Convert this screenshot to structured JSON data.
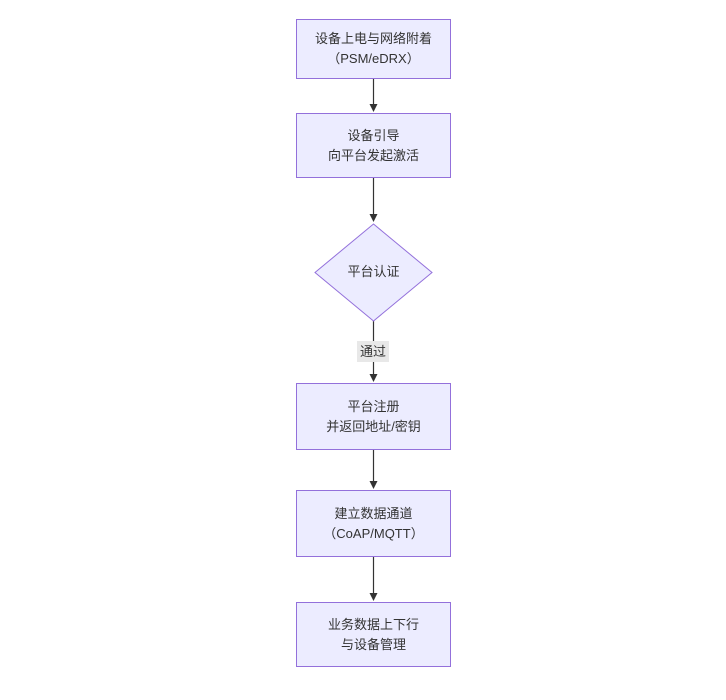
{
  "colors": {
    "background": "#ffffff",
    "node_fill": "#ECECFF",
    "node_border": "#9370DB",
    "edge": "#333333",
    "edge_label_bg": "#e8e8e8",
    "text": "#333333"
  },
  "flowchart": {
    "type": "vertical-flowchart",
    "nodes": [
      {
        "id": "power-attach",
        "shape": "rect",
        "lines": [
          "设备上电与网络附着",
          "（PSM/eDRX）"
        ]
      },
      {
        "id": "bootstrap",
        "shape": "rect",
        "lines": [
          "设备引导",
          "向平台发起激活"
        ]
      },
      {
        "id": "register",
        "shape": "rect",
        "lines": [
          "平台注册",
          "并返回地址/密钥"
        ]
      },
      {
        "id": "data-channel",
        "shape": "rect",
        "lines": [
          "建立数据通道",
          "（CoAP/MQTT）"
        ]
      },
      {
        "id": "business",
        "shape": "rect",
        "lines": [
          "业务数据上下行",
          "与设备管理"
        ]
      }
    ],
    "decision": {
      "id": "platform-auth",
      "shape": "diamond",
      "label": "平台认证"
    },
    "edges": [
      {
        "from": "power-attach",
        "to": "bootstrap",
        "label": ""
      },
      {
        "from": "bootstrap",
        "to": "platform-auth",
        "label": ""
      },
      {
        "from": "platform-auth",
        "to": "register",
        "label": "通过"
      },
      {
        "from": "register",
        "to": "data-channel",
        "label": ""
      },
      {
        "from": "data-channel",
        "to": "business",
        "label": ""
      }
    ],
    "edge_label": "通过"
  }
}
